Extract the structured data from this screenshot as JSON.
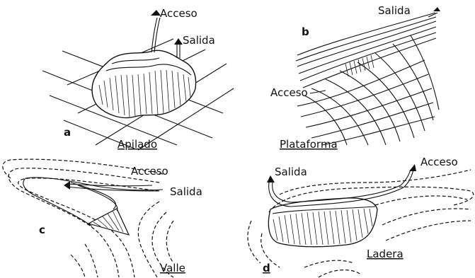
{
  "panels": {
    "a": {
      "letter": "a",
      "title": "Apilado",
      "access": "Acceso",
      "exit": "Salida"
    },
    "b": {
      "letter": "b",
      "title": "Plataforma",
      "access": "Acceso",
      "exit": "Salida"
    },
    "c": {
      "letter": "c",
      "title": "Valle",
      "access": "Acceso",
      "exit": "Salida"
    },
    "d": {
      "letter": "d",
      "title": "Ladera",
      "access": "Acceso",
      "exit": "Salida"
    }
  }
}
